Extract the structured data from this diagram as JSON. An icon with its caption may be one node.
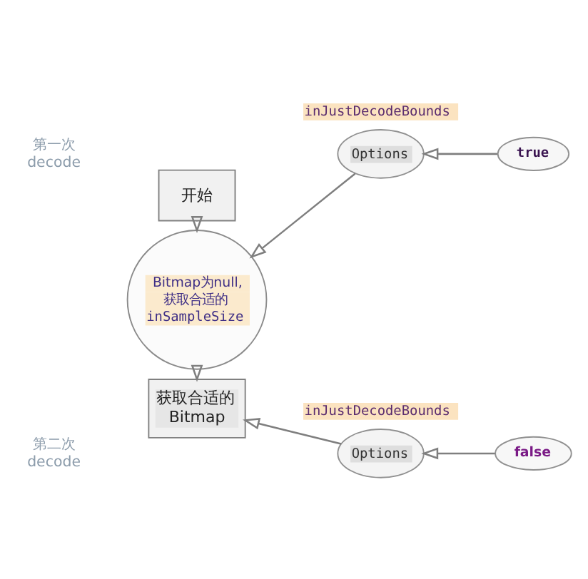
{
  "diagram": {
    "nodes": [
      {
        "text": [
          "开始"
        ]
      },
      {
        "text": [
          "Options"
        ],
        "beside": [
          "inJustDecodeBounds"
        ]
      },
      {
        "text": [
          "true"
        ]
      },
      {
        "text": [
          "Bitmap为null, 获取合适的 inSampleSize"
        ]
      },
      {
        "text": [
          "Options"
        ],
        "beside": [
          "inJustDecodeBounds"
        ]
      },
      {
        "text": [
          "false"
        ]
      },
      {
        "text": [
          "获取合适的 Bitmap"
        ]
      }
    ],
    "edges": [
      {
        "from": 0,
        "to": 3,
        "arrow": "to"
      },
      {
        "from": 2,
        "to": 1,
        "arrow": "to"
      },
      {
        "from": 1,
        "to": 3,
        "arrow": "to"
      },
      {
        "from": 3,
        "to": 6,
        "arrow": "to"
      },
      {
        "from": 5,
        "to": 4,
        "arrow": "to"
      },
      {
        "from": 4,
        "to": 6,
        "arrow": "to"
      }
    ],
    "labels": [
      "第一次 decode",
      "第二次 decode"
    ]
  }
}
